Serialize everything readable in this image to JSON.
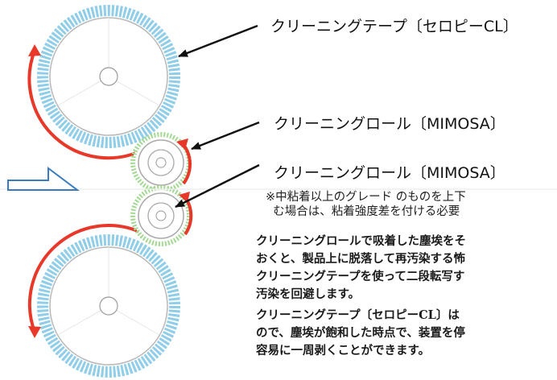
{
  "labels": {
    "tape": "クリーニングテープ〔セロピーCL〕",
    "roll_upper": "クリーニングロール〔MIMOSA〕",
    "roll_lower": "クリーニングロール〔MIMOSA〕"
  },
  "note_lines": [
    "※中粘着以上のグレード のものを上下",
    "  む場合は、粘着強度差を付ける必要"
  ],
  "paragraph_lines": [
    "クリーニングロールで吸着した塵埃をそ",
    "おくと、製品上に脱落して再汚染する怖",
    "クリーニングテープを使って二段転写す",
    "汚染を回避します。",
    "クリーニングテープ〔セロピーCL〕は",
    "ので、塵埃が飽和した時点で、装置を停",
    "容易に一周剥くことができます。"
  ],
  "colors": {
    "tape": "#8fcde8",
    "roll": "#9fd88f",
    "rotation_arrow": "#e8382a",
    "feed_arrow": "#3a7bbf",
    "pointer": "#111111"
  }
}
